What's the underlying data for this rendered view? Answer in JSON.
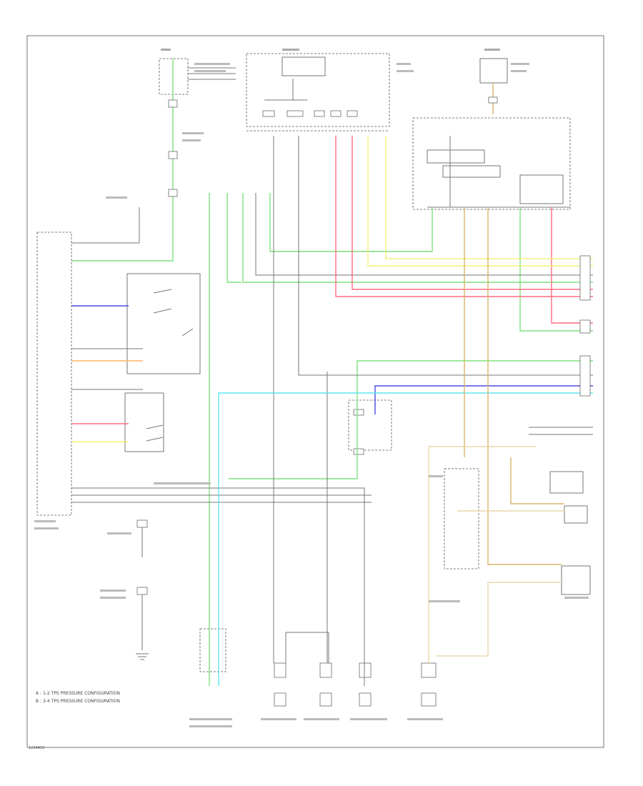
{
  "legend": {
    "items": [
      "A : 1-2 TPS PRESSURE CONFIGURATION",
      "B : 3-4 TPS PRESSURE CONFIGURATION"
    ]
  },
  "footer_code": "1234A56"
}
